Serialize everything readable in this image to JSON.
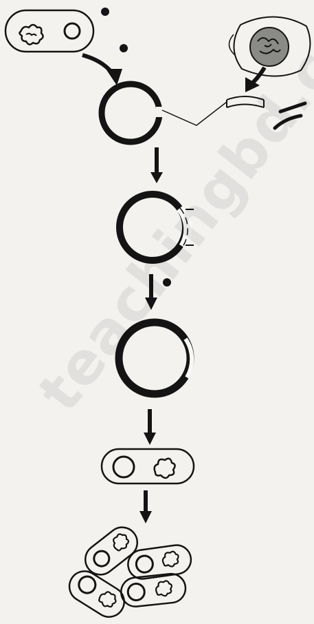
{
  "watermark": {
    "text": "teachingbd.com"
  },
  "step_markers": [
    {
      "id": "marker-1",
      "label": ""
    },
    {
      "id": "marker-2",
      "label": ""
    },
    {
      "id": "marker-3",
      "label": ""
    }
  ],
  "colors": {
    "ink": "#141414",
    "paper": "#f3f2ef",
    "gap": "#f8f8f6"
  }
}
